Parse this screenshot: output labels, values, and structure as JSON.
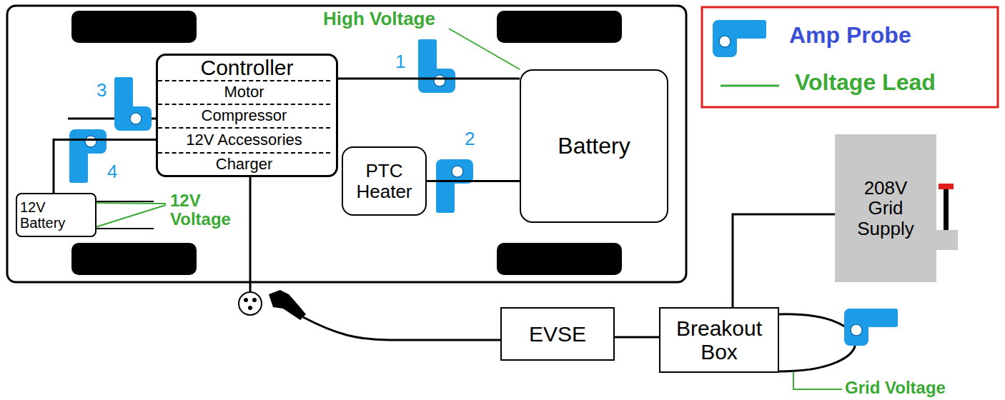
{
  "diagram": {
    "nodes": [
      {
        "text": [
          "Controller"
        ]
      },
      {
        "text": [
          "Motor"
        ],
        "in": 0
      },
      {
        "text": [
          "Compressor"
        ],
        "in": 0
      },
      {
        "text": [
          "12V Accessories"
        ],
        "in": 0
      },
      {
        "text": [
          "Charger"
        ],
        "in": 0
      },
      {
        "text": [
          "Battery"
        ]
      },
      {
        "text": [
          "PTC Heater"
        ]
      },
      {
        "text": [
          "12V Battery"
        ]
      },
      {
        "text": [
          "EVSE"
        ]
      },
      {
        "text": [
          "Breakout Box"
        ]
      },
      {
        "text": [
          "208V Grid Supply"
        ]
      }
    ],
    "edges": [
      {
        "from": 0,
        "to": 5,
        "arrow": "none"
      },
      {
        "from": 6,
        "to": 5,
        "arrow": "none"
      },
      {
        "from": 3,
        "to": 7,
        "arrow": "none"
      },
      {
        "from": 8,
        "to": 9,
        "arrow": "none"
      },
      {
        "from": 9,
        "to": 10,
        "arrow": "none"
      }
    ],
    "labels": [
      "High Voltage",
      "1",
      "3",
      "2",
      "4",
      "12V Voltage",
      "Grid Voltage"
    ],
    "legend": [
      {
        "text": "Amp Probe"
      },
      {
        "text": "Voltage Lead"
      }
    ]
  }
}
